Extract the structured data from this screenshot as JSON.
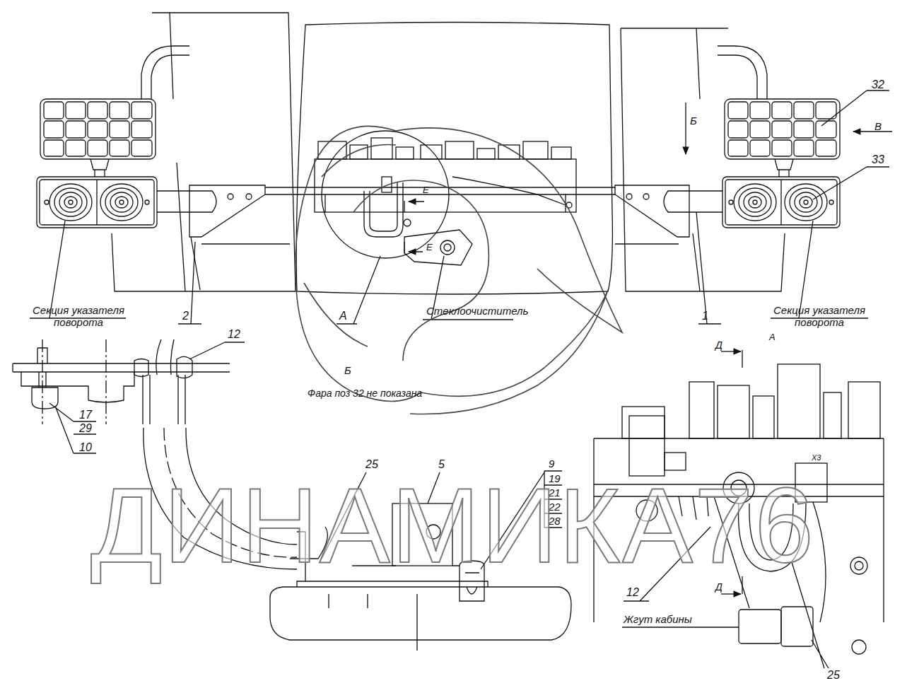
{
  "diagram": {
    "labels": [
      "32",
      "В",
      "33",
      "Б",
      "Е",
      "Е",
      "Секция указателя поворота",
      "2",
      "А",
      "Стеклоочиститель",
      "1",
      "Секция указателя поворота",
      "А",
      "Д",
      "12",
      "Б",
      "Фара поз 32 не показана",
      "17",
      "29",
      "10",
      "25",
      "5",
      "9",
      "19",
      "21",
      "22",
      "28",
      "X3",
      "Д",
      "12",
      "Жгут кабины",
      "25",
      "ДИНАМИКА76"
    ]
  }
}
